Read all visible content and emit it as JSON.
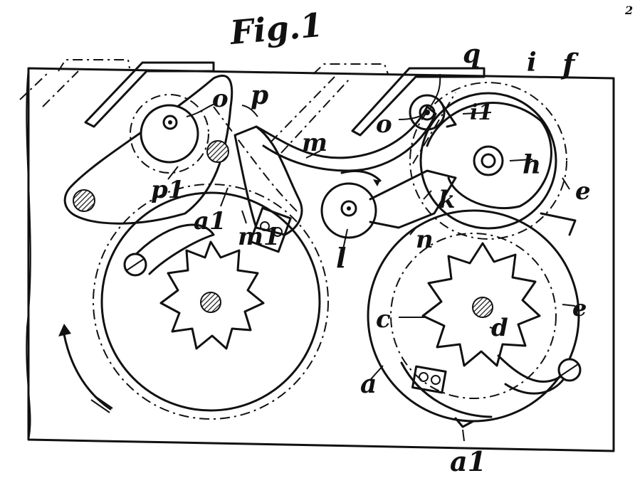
{
  "figure": {
    "title": "Fig.1",
    "corner_mark": "2",
    "labels": {
      "q": "q",
      "i": "i",
      "f": "f",
      "o_left": "o",
      "p": "p",
      "o_right": "o",
      "i1": "i1",
      "m": "m",
      "h": "h",
      "e_upper": "e",
      "p1": "p1",
      "k": "k",
      "a1_left": "a1",
      "m1": "m1",
      "n": "n",
      "l": "l",
      "c": "c",
      "e_lower": "e",
      "d": "d",
      "a": "a",
      "a1_bottom": "a1"
    }
  }
}
